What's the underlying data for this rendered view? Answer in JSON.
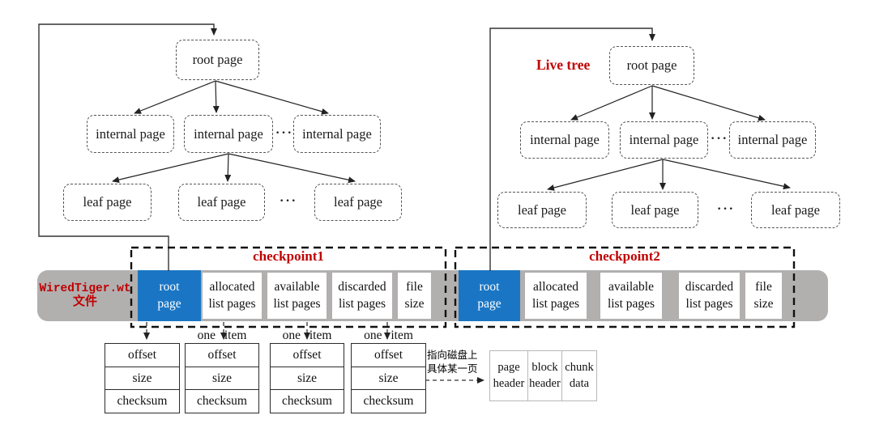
{
  "colors": {
    "accent_red": "#c00000",
    "root_page_blue": "#1a76c4",
    "file_bar_gray": "#b2afaf"
  },
  "checkpoint_tree": {
    "root_label": "root page",
    "internal_labels": [
      "internal page",
      "internal page",
      "internal page"
    ],
    "internal_ellipsis": "···",
    "leaf_labels": [
      "leaf page",
      "leaf page",
      "leaf page"
    ],
    "leaf_ellipsis": "···"
  },
  "live_tree": {
    "title": "Live tree",
    "root_label": "root page",
    "internal_labels": [
      "internal page",
      "internal page",
      "internal page"
    ],
    "internal_ellipsis": "···",
    "leaf_labels": [
      "leaf page",
      "leaf page",
      "leaf page"
    ],
    "leaf_ellipsis": "···"
  },
  "file_bar": {
    "file_label_line1": "WiredTiger.wt",
    "file_label_line2": "文件",
    "checkpoint1": {
      "title": "checkpoint1",
      "segments": [
        {
          "line1": "root",
          "line2": "page"
        },
        {
          "line1": "allocated",
          "line2": "list pages"
        },
        {
          "line1": "available",
          "line2": "list pages"
        },
        {
          "line1": "discarded",
          "line2": "list pages"
        },
        {
          "line1": "file",
          "line2": "size"
        }
      ]
    },
    "checkpoint2": {
      "title": "checkpoint2",
      "segments": [
        {
          "line1": "root",
          "line2": "page"
        },
        {
          "line1": "allocated",
          "line2": "list pages"
        },
        {
          "line1": "available",
          "line2": "list pages"
        },
        {
          "line1": "discarded",
          "line2": "list pages"
        },
        {
          "line1": "file",
          "line2": "size"
        }
      ]
    }
  },
  "item_lists": {
    "one_item_label": "one item",
    "tables": [
      {
        "rows": [
          "offset",
          "size",
          "checksum"
        ]
      },
      {
        "rows": [
          "offset",
          "size",
          "checksum"
        ]
      },
      {
        "rows": [
          "offset",
          "size",
          "checksum"
        ]
      },
      {
        "rows": [
          "offset",
          "size",
          "checksum"
        ]
      }
    ]
  },
  "disk_note": {
    "line1": "指向磁盘上",
    "line2": "具体某一页"
  },
  "page_structure": {
    "blocks": [
      {
        "line1": "page",
        "line2": "header"
      },
      {
        "line1": "block",
        "line2": "header"
      },
      {
        "line1": "chunk",
        "line2": "data"
      }
    ]
  }
}
